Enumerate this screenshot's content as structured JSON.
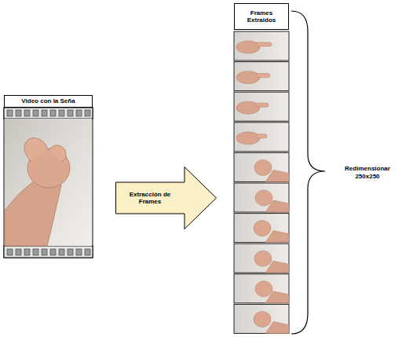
{
  "diagram": {
    "nodes": [
      {
        "text": [
          "Video con la Seña"
        ]
      },
      {
        "text": [
          "Extracción de Frames"
        ]
      },
      {
        "text": [
          "Frames Extraidos"
        ]
      }
    ],
    "labels": [
      "Redimensionar 250x250"
    ]
  }
}
